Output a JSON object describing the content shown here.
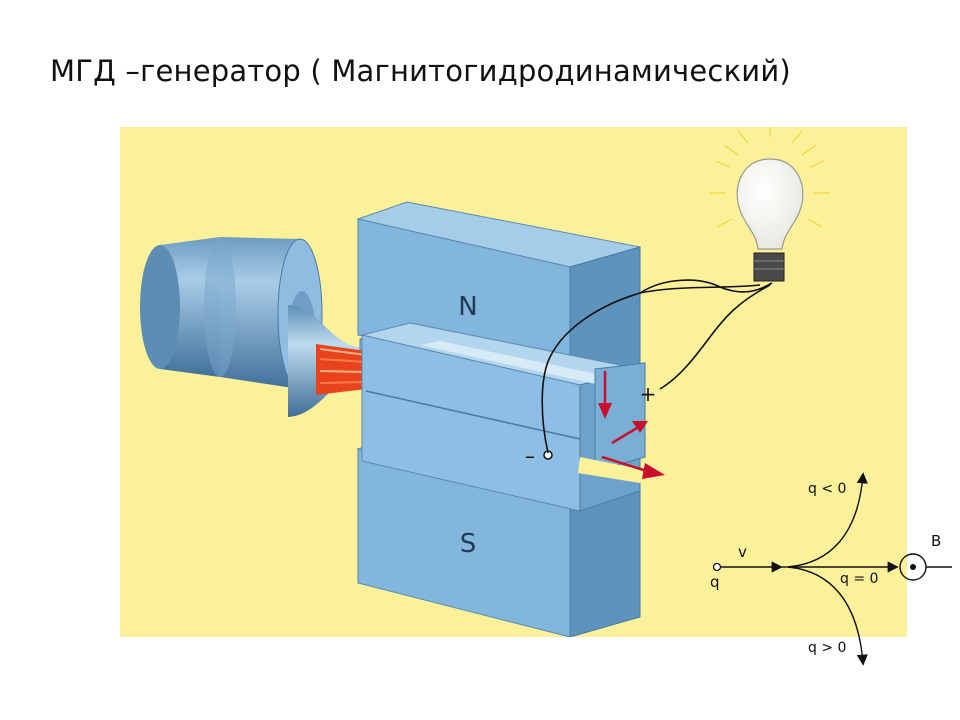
{
  "slide": {
    "title": "МГД –генератор ( Магнитогидродинамический)"
  },
  "diagram": {
    "north_pole_label": "N",
    "south_pole_label": "S",
    "plus_terminal": "+",
    "minus_terminal": "–",
    "colors": {
      "background": "#fbf19a",
      "magnet": "#7fb6dc",
      "plasma": "#e8441c",
      "arrow": "#c8102e"
    }
  },
  "deflection": {
    "velocity_label": "v",
    "charge_label": "q",
    "field_label": "B",
    "negative_charge": "q < 0",
    "zero_charge": "q = 0",
    "positive_charge": "q > 0"
  }
}
